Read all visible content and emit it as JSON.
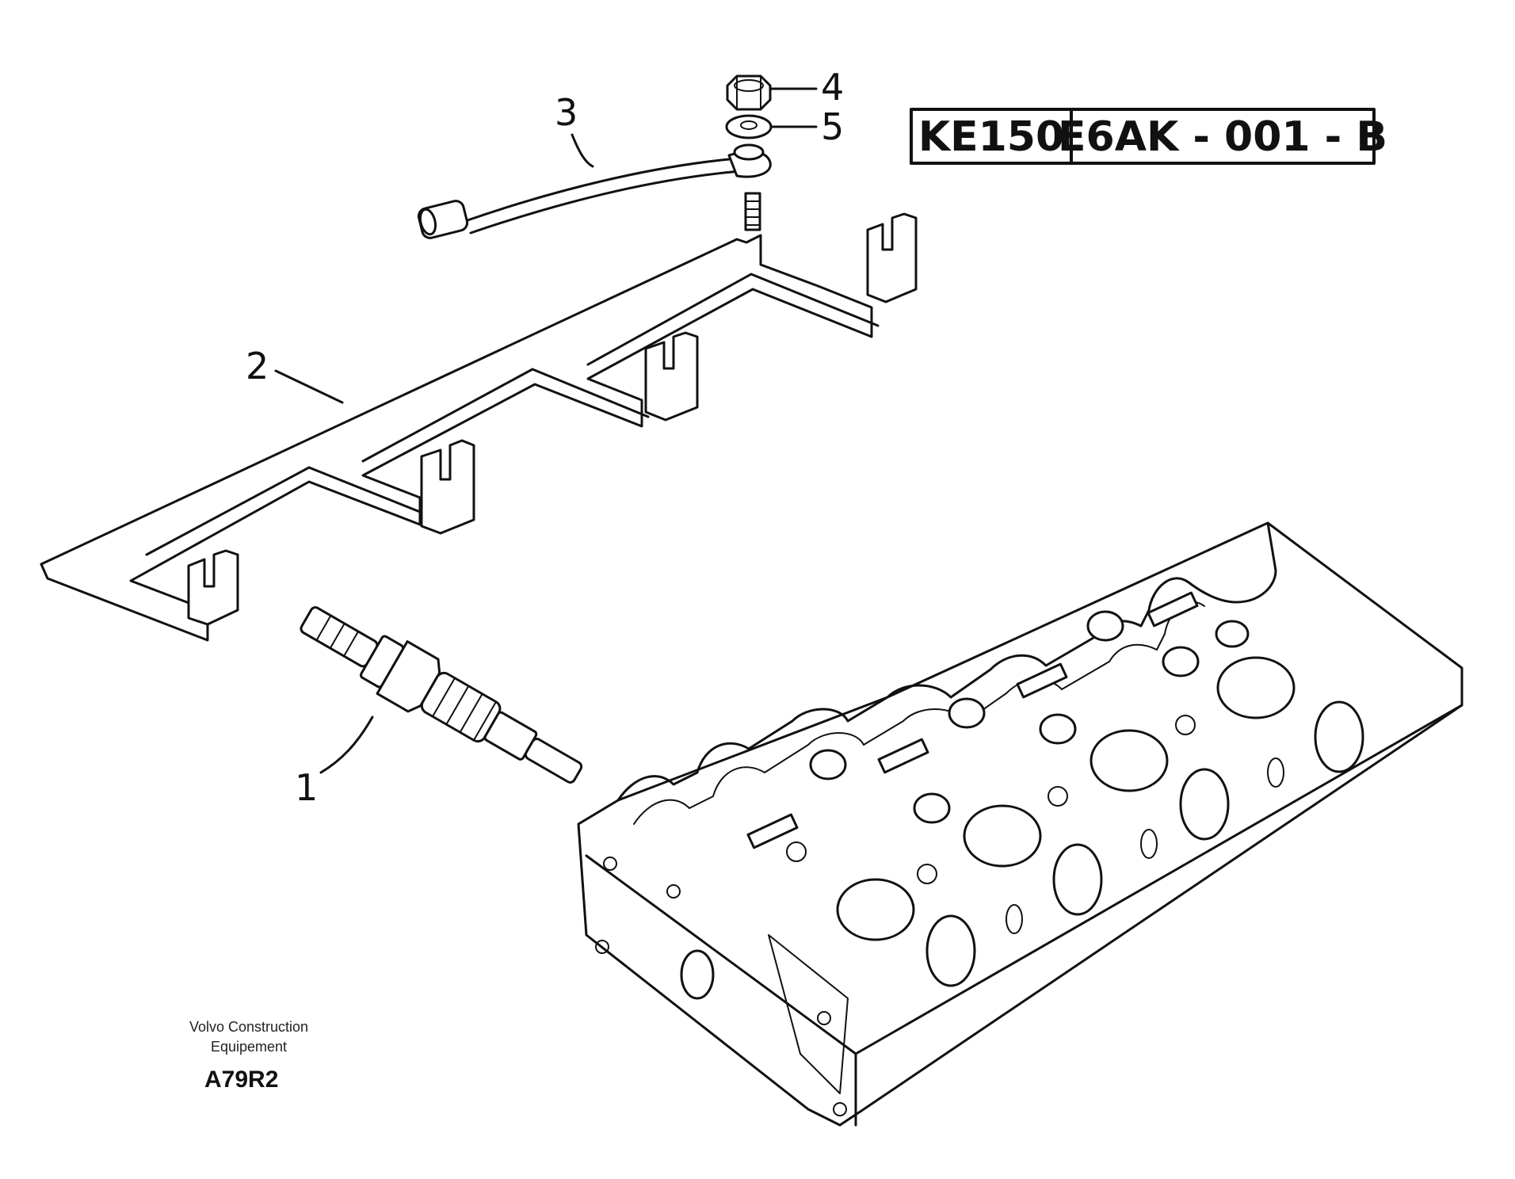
{
  "reference_box": {
    "model": "KE150",
    "drawing_number": "E6AK - 001 - B"
  },
  "callouts": [
    {
      "number": "1",
      "part": "glow-plug"
    },
    {
      "number": "2",
      "part": "connecting-bar"
    },
    {
      "number": "3",
      "part": "cable"
    },
    {
      "number": "4",
      "part": "nut"
    },
    {
      "number": "5",
      "part": "washer"
    }
  ],
  "footer": {
    "company_line1": "Volvo Construction",
    "company_line2": "Equipement",
    "code": "A79R2"
  }
}
